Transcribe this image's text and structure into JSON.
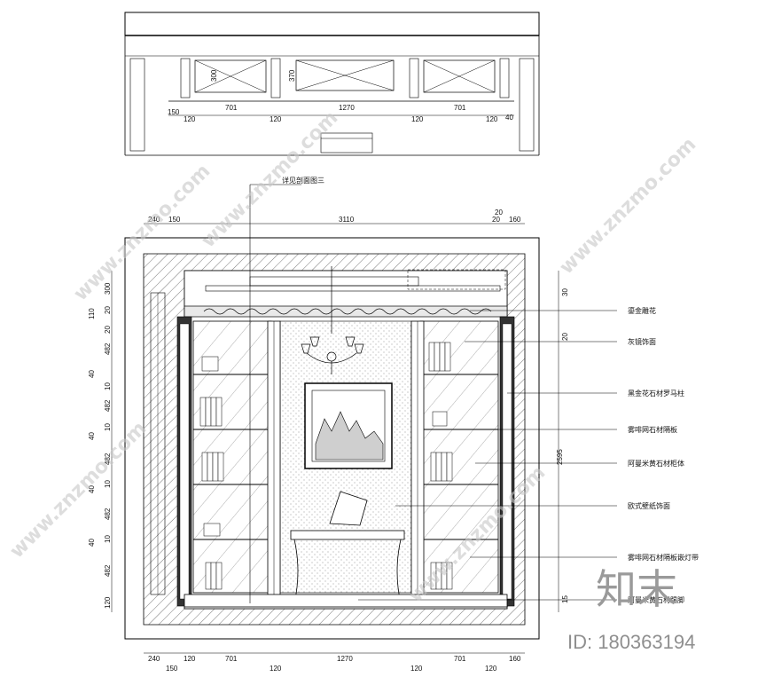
{
  "top_view": {
    "dims_vertical": [
      "300",
      "370"
    ],
    "dims_bottom": [
      "150",
      "120",
      "701",
      "120",
      "1270",
      "120",
      "701",
      "120",
      "40"
    ]
  },
  "elevation": {
    "section_callout": "详见剖面图三",
    "dims_top": [
      "240",
      "150",
      "3110",
      "20",
      "20",
      "160"
    ],
    "dims_bottom": [
      "240",
      "150",
      "120",
      "701",
      "120",
      "1270",
      "120",
      "701",
      "120",
      "160"
    ],
    "dims_left": [
      "300",
      "110",
      "20",
      "20",
      "482",
      "40",
      "10",
      "482",
      "40",
      "10",
      "482",
      "40",
      "10",
      "482",
      "40",
      "10",
      "482",
      "120"
    ],
    "dims_right": [
      "30",
      "20",
      "2595",
      "15"
    ],
    "labels": [
      "鎏金雕花",
      "灰镜饰面",
      "黑金花石材罗马柱",
      "雾啡网石材隔板",
      "阿曼米黄石材柜体",
      "欧式壁纸饰面",
      "雾啡网石材隔板嵌灯带",
      "阿曼米黄石材踢脚"
    ]
  },
  "watermark": {
    "site": "www.znzmo.com",
    "brand": "知末",
    "id_text": "ID: 180363194"
  }
}
